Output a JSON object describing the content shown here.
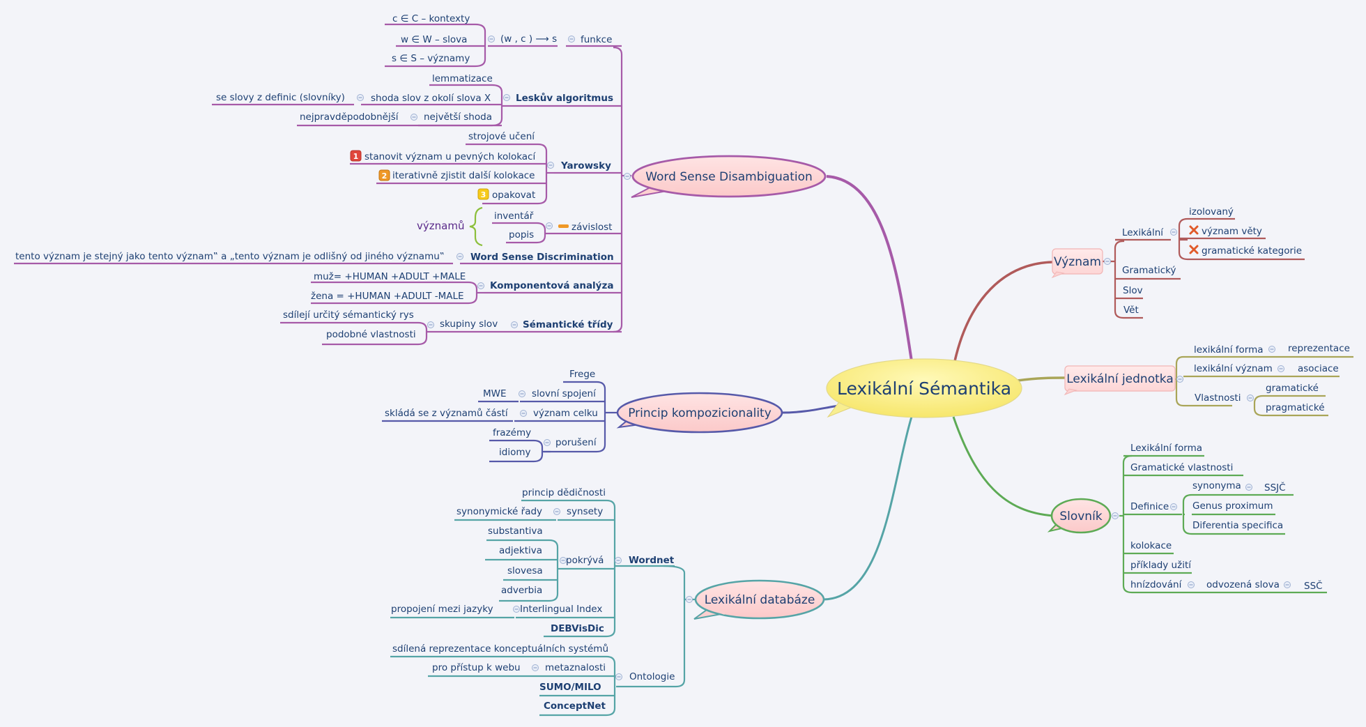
{
  "central": "Lexikální Sémantika",
  "wsd": {
    "title": "Word Sense Disambiguation",
    "funkce": "funkce",
    "funkce_formula": "(w , c ) ⟶ s",
    "c_ctx": "c ∈ C – kontexty",
    "w_slova": "w ∈ W –  slova",
    "s_vyznamy": "s ∈ S – významy",
    "lesk": "Leskův algoritmus",
    "lemmatizace": "lemmatizace",
    "shoda_slov": "shoda slov z okolí slova X",
    "se_slovy": "se slovy z definic (slovníky)",
    "nejvetsi": "největší shoda",
    "nejpravdepodobnejsi": "nejpravděpodobnější",
    "yarowsky": "Yarowsky",
    "strojove": "strojové učení",
    "step1": "stanovit význam u pevných kolokací",
    "step2": "iterativně zjistit další kolokace",
    "step3": "opakovat",
    "zavislost": "závislost",
    "inventar": "inventář",
    "popis": "popis",
    "vyznamu": "významů",
    "wsdisc": "Word Sense Discrimination",
    "wsdisc_child": "tento význam je stejný jako tento význam‟ a „tento význam je odlišný od jiného významu‟",
    "komponent": "Komponentová analýza",
    "muz": "muž= +HUMAN +ADULT +MALE",
    "zena": "žena = +HUMAN +ADULT -MALE",
    "semanticke": "Sémantické třídy",
    "skupiny": "skupiny slov",
    "sdileji": "sdílejí určitý sémantický rys",
    "podobne": "podobné vlastnosti"
  },
  "princip": {
    "title": "Princip kompozicionality",
    "frege": "Frege",
    "slovni": "slovní spojení",
    "mwe": "MWE",
    "vyznam_celku": "význam celku",
    "sklada": "skládá se z významů částí",
    "poruseni": "porušení",
    "frazemy": "frazémy",
    "idiomy": "idiomy"
  },
  "databaze": {
    "title": "Lexikální databáze",
    "wordnet": "Wordnet",
    "princip_ded": "princip dědičnosti",
    "synsety": "synsety",
    "synonymicke": "synonymické řady",
    "pokryva": "pokrývá",
    "substantiva": "substantiva",
    "adjektiva": "adjektiva",
    "slovesa": "slovesa",
    "adverbia": "adverbia",
    "interlingual": "Interlingual Index",
    "propojeni": "propojení mezi jazyky",
    "debvisdic": "DEBVisDic",
    "ontologie": "Ontologie",
    "sdilena": "sdílená reprezentace konceptuálních systémů",
    "metaznalosti": "metaznalosti",
    "pro_pristup": "pro přístup k webu",
    "sumo": "SUMO/MILO",
    "conceptnet": "ConceptNet"
  },
  "vyznam": {
    "title": "Význam",
    "lexikalni": "Lexikální",
    "izolovany": "izolovaný",
    "vyznam_vety": "význam věty",
    "gram_kat": "gramatické kategorie",
    "gramaticky": "Gramatický",
    "slov": "Slov",
    "vet": "Vět"
  },
  "jednotka": {
    "title": "Lexikální jednotka",
    "forma": "lexikální forma",
    "reprezentace": "reprezentace",
    "lvyznam": "lexikální význam",
    "asociace": "asociace",
    "vlastnosti": "Vlastnosti",
    "gramaticke": "gramatické",
    "pragmaticke": "pragmatické"
  },
  "slovnik": {
    "title": "Slovník",
    "forma": "Lexikální forma",
    "gram_vl": "Gramatické vlastnosti",
    "definice": "Definice",
    "synonyma": "synonyma",
    "ssjc": "SSJČ",
    "genus": "Genus proximum",
    "diferentia": "Diferentia specifica",
    "kolokace": "kolokace",
    "priklady": "příklady užití",
    "hnizdovani": "hnízdování",
    "odvozena": "odvozená slova",
    "ssc": "SSČ"
  },
  "colors": {
    "wsd": "#a65aa8",
    "princip": "#5659a9",
    "databaze": "#55a4a6",
    "vyznam": "#b05a5a",
    "jednotka": "#a9a558",
    "slovnik": "#5daa55",
    "text": "#1d3f72"
  }
}
